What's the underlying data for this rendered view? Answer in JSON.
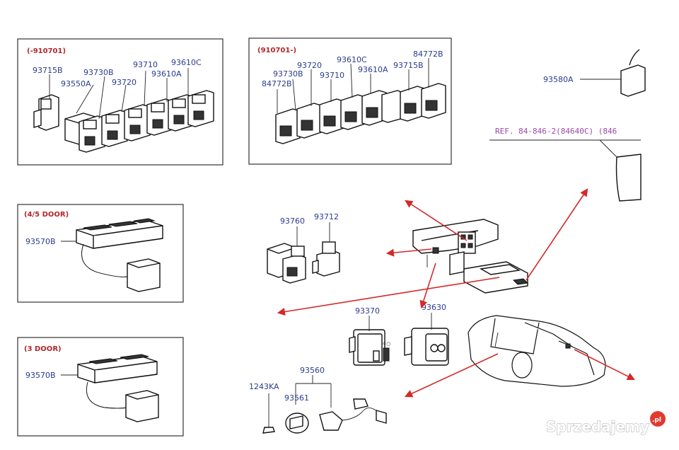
{
  "boxes": {
    "top_left": {
      "header": "(-910701)",
      "labels": [
        "93715B",
        "93550A",
        "93730B",
        "93720",
        "93710",
        "93610A",
        "93610C"
      ]
    },
    "top_middle": {
      "header": "(910701-)",
      "labels": [
        "84772B",
        "93730B",
        "93720",
        "93710",
        "93610C",
        "93610A",
        "93715B",
        "84772B"
      ]
    },
    "door45": {
      "header": "(4/5 DOOR)",
      "labels": [
        "93570B"
      ]
    },
    "door3": {
      "header": "(3 DOOR)",
      "labels": [
        "93570B"
      ]
    }
  },
  "loose_labels": {
    "p93580a": "93580A",
    "reference": "REF. 84-846-2(84640C) (846",
    "p93760": "93760",
    "p93712": "93712",
    "p93370": "93370",
    "p93630": "93630",
    "p93560": "93560",
    "p1243ka": "1243KA",
    "p93561": "93561"
  },
  "watermark": {
    "text": "Sprzedajemy",
    "badge": ".pl"
  },
  "colors": {
    "arrow": "#d22a2a",
    "part_number": "#2b3b8f",
    "header": "#b3262a",
    "reference": "#9b4aa8"
  }
}
